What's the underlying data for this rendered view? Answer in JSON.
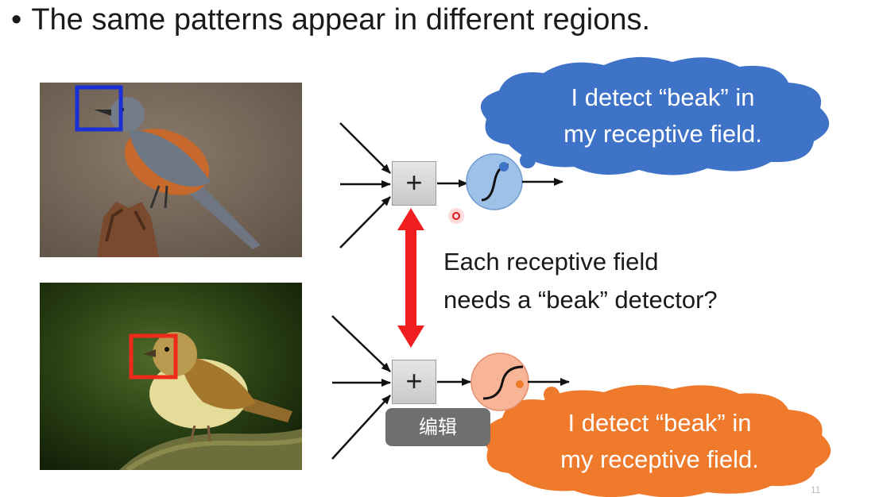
{
  "slide": {
    "bullet_mark": "•",
    "bullet_text": "The same patterns appear in different regions.",
    "question_line1": "Each receptive field",
    "question_line2": "needs a “beak” detector?",
    "page_number": "11"
  },
  "neuron_top": {
    "plus_symbol": "+",
    "thought_line1": "I detect “beak” in",
    "thought_line2": "my receptive field."
  },
  "neuron_bottom": {
    "plus_symbol": "+",
    "thought_line1": "I detect “beak” in",
    "thought_line2": "my receptive field."
  },
  "overlay": {
    "edit_button_label": "编辑"
  },
  "colors": {
    "blue_box": "#1a2fd6",
    "red_box": "#ee2b1b",
    "blue_cloud": "#3f73c8",
    "orange_cloud": "#f07a2c",
    "red_arrow": "#f01e1e",
    "neuron_top": "#9ec1e8",
    "neuron_bottom": "#f8b496"
  }
}
